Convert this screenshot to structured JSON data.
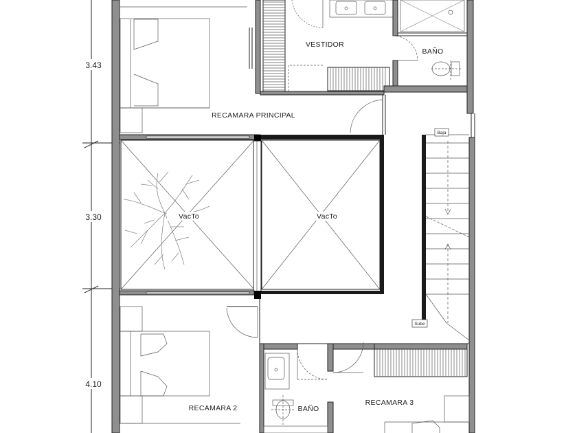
{
  "plan": {
    "dimensions": [
      "3.43",
      "3.30",
      "4.10"
    ],
    "rooms": {
      "vestidor": "VESTIDOR",
      "bano_top": "BAÑO",
      "recamara_principal": "RECAMARA PRINCIPAL",
      "vacio_left": "VacTo",
      "vacio_right": "VacTo",
      "recamara_2": "RECAMARA 2",
      "bano_bottom": "BAÑO",
      "recamara_3": "RECAMARA 3"
    },
    "stairs": {
      "top_label": "Baja",
      "bottom_label": "Sube"
    }
  }
}
